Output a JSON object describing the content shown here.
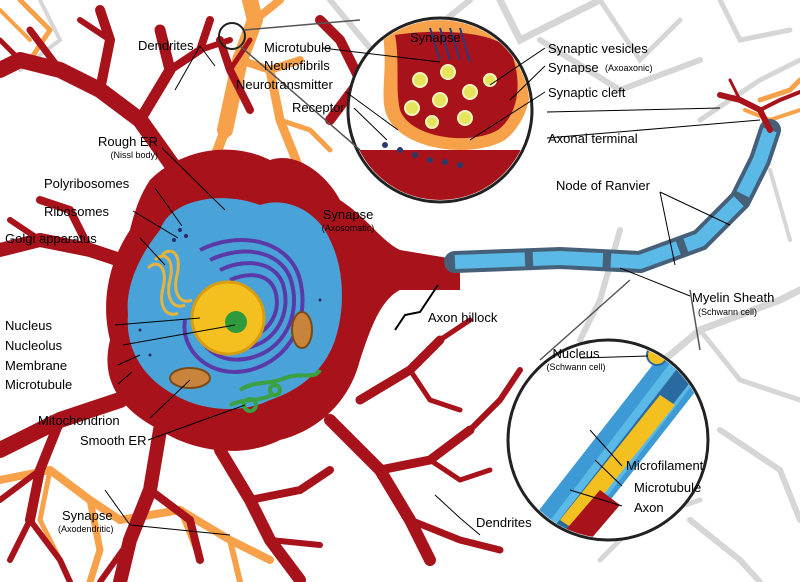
{
  "colors": {
    "neuron_red": "#a8131b",
    "neuron_dark": "#7a0d12",
    "background_cell_gray": "#d9d9d9",
    "orange_neuron": "#f7a24a",
    "cytoplasm_blue": "#4aa3d8",
    "nucleus_yellow": "#f4c020",
    "nucleolus_green": "#2e9a3c",
    "er_purple": "#5a3aa8",
    "myelin_blue": "#5ab9e6",
    "axon_gray_blue": "#46607a",
    "vesicle_yellow": "#e6e45a"
  },
  "labels": {
    "dendrites_top": "Dendrites",
    "rough_er": "Rough ER",
    "rough_er_sub": "(Nissl body)",
    "polyribosomes": "Polyribosomes",
    "ribosomes": "Ribosomes",
    "golgi": "Golgi apparatus",
    "nucleus": "Nucleus",
    "nucleolus": "Nucleolus",
    "membrane": "Membrane",
    "microtubule_left": "Microtubule",
    "mitochondrion": "Mitochondrion",
    "smooth_er": "Smooth ER",
    "synapse_axodendritic": "Synapse",
    "synapse_axodendritic_sub": "(Axodendritic)",
    "microtubule_top": "Microtubule",
    "neurofibrils": "Neurofibrils",
    "neurotransmitter": "Neurotransmitter",
    "receptor": "Receptor",
    "synapse_inset_title": "Synapse",
    "synaptic_vesicles": "Synaptic vesicles",
    "synapse_axoaxonic": "Synapse",
    "synapse_axoaxonic_sub": "(Axoaxonic)",
    "synaptic_cleft": "Synaptic cleft",
    "axonal_terminal": "Axonal terminal",
    "synapse_axosomatic": "Synapse",
    "synapse_axosomatic_sub": "(Axosomatic)",
    "node_of_ranvier": "Node of Ranvier",
    "axon_hillock": "Axon hillock",
    "myelin_sheath": "Myelin Sheath",
    "myelin_sheath_sub": "(Schwann cell)",
    "nucleus_schwann": "Nucleus",
    "nucleus_schwann_sub": "(Schwann cell)",
    "microfilament": "Microfilament",
    "microtubule_inset": "Microtubule",
    "axon": "Axon",
    "dendrites_bottom": "Dendrites"
  }
}
